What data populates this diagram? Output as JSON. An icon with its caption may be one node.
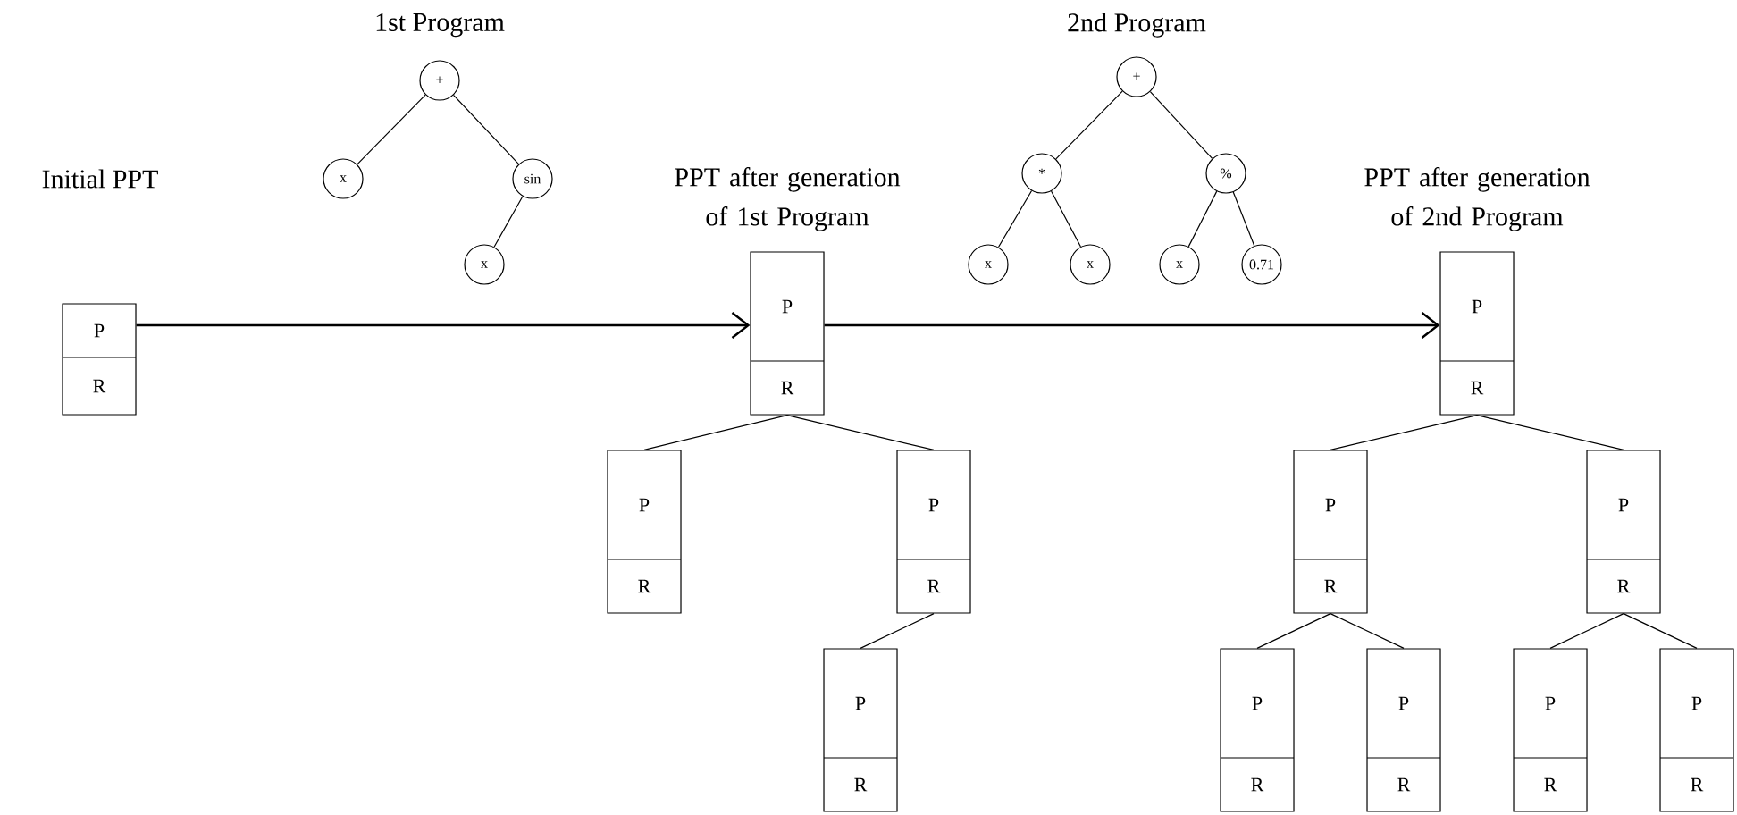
{
  "diagram": {
    "nodes": [
      {
        "text": [
          "P",
          "R"
        ]
      },
      {
        "text": [
          "P",
          "R"
        ],
        "beside": [
          "PPT after generation of 1st Program"
        ]
      },
      {
        "text": [
          "P",
          "R"
        ]
      },
      {
        "text": [
          "P",
          "R"
        ]
      },
      {
        "text": [
          "P",
          "R"
        ]
      },
      {
        "text": [
          "P",
          "R"
        ],
        "beside": [
          "PPT after generation of 2nd Program"
        ]
      },
      {
        "text": [
          "P",
          "R"
        ]
      },
      {
        "text": [
          "P",
          "R"
        ]
      },
      {
        "text": [
          "P",
          "R"
        ]
      },
      {
        "text": [
          "P",
          "R"
        ]
      },
      {
        "text": [
          "P",
          "R"
        ]
      },
      {
        "text": [
          "P",
          "R"
        ]
      },
      {
        "text": [
          "+"
        ]
      },
      {
        "text": [
          "x"
        ]
      },
      {
        "text": [
          "sin"
        ]
      },
      {
        "text": [
          "x"
        ]
      },
      {
        "text": [
          "+"
        ]
      },
      {
        "text": [
          "*"
        ]
      },
      {
        "text": [
          "%"
        ]
      },
      {
        "text": [
          "x"
        ]
      },
      {
        "text": [
          "x"
        ]
      },
      {
        "text": [
          "x"
        ]
      },
      {
        "text": [
          "0.71"
        ]
      }
    ],
    "edges": [
      {
        "from": 0,
        "to": 1,
        "arrow": "to"
      },
      {
        "from": 1,
        "to": 5,
        "arrow": "to"
      },
      {
        "from": 1,
        "to": 2,
        "arrow": "none"
      },
      {
        "from": 1,
        "to": 3,
        "arrow": "none"
      },
      {
        "from": 3,
        "to": 4,
        "arrow": "none"
      },
      {
        "from": 5,
        "to": 6,
        "arrow": "none"
      },
      {
        "from": 5,
        "to": 7,
        "arrow": "none"
      },
      {
        "from": 6,
        "to": 8,
        "arrow": "none"
      },
      {
        "from": 6,
        "to": 9,
        "arrow": "none"
      },
      {
        "from": 7,
        "to": 10,
        "arrow": "none"
      },
      {
        "from": 7,
        "to": 11,
        "arrow": "none"
      },
      {
        "from": 12,
        "to": 13,
        "arrow": "none"
      },
      {
        "from": 12,
        "to": 14,
        "arrow": "none"
      },
      {
        "from": 14,
        "to": 15,
        "arrow": "none"
      },
      {
        "from": 16,
        "to": 17,
        "arrow": "none"
      },
      {
        "from": 16,
        "to": 18,
        "arrow": "none"
      },
      {
        "from": 17,
        "to": 19,
        "arrow": "none"
      },
      {
        "from": 17,
        "to": 20,
        "arrow": "none"
      },
      {
        "from": 18,
        "to": 21,
        "arrow": "none"
      },
      {
        "from": 18,
        "to": 22,
        "arrow": "none"
      }
    ],
    "labels": [
      "Initial PPT",
      "1st Program",
      "2nd Program"
    ]
  }
}
